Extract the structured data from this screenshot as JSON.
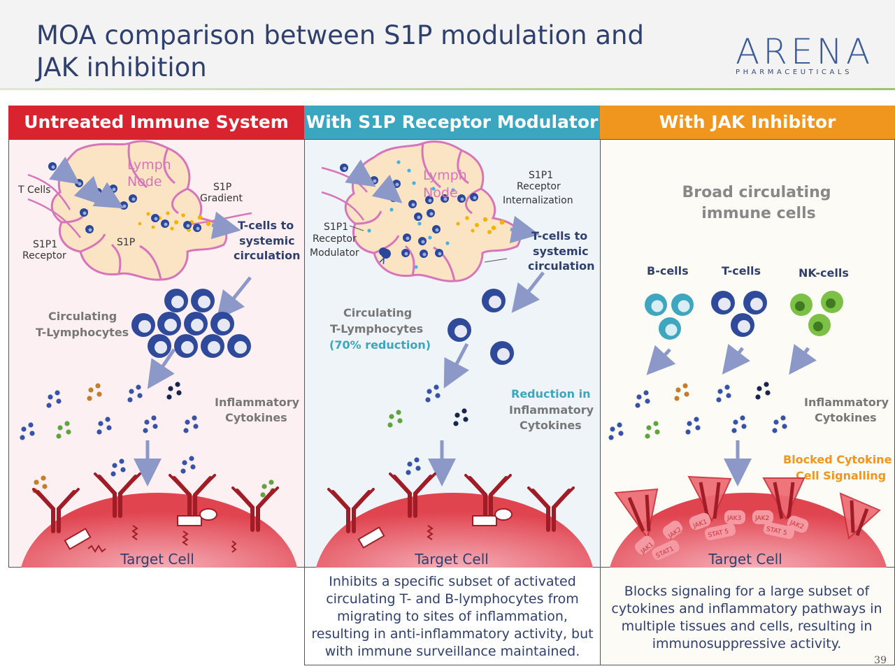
{
  "slide": {
    "title_line1": "MOA comparison between S1P modulation and",
    "title_line2": "JAK inhibition",
    "page_number": "39"
  },
  "logo": {
    "name": "ARENA",
    "sub": "PHARMACEUTICALS",
    "color": "#3a5d9a"
  },
  "columns": [
    {
      "header": "Untreated Immune System",
      "color": "#d9232f"
    },
    {
      "header": "With S1P Receptor Modulator",
      "color": "#3aa6c0"
    },
    {
      "header": "With JAK Inhibitor",
      "color": "#f0951e"
    }
  ],
  "panel1": {
    "lymph": "Lymph",
    "node": "Node",
    "tcells": "T Cells",
    "s1p_gradient_1": "S1P",
    "s1p_gradient_2": "Gradient",
    "s1p1_1": "S1P1",
    "s1p1_2": "Receptor",
    "s1p": "S1P",
    "tcells_to_1": "T-cells to",
    "tcells_to_2": "systemic",
    "tcells_to_3": "circulation",
    "circ_1": "Circulating",
    "circ_2": "T-Lymphocytes",
    "infl_1": "Inflammatory",
    "infl_2": "Cytokines",
    "target": "Target Cell"
  },
  "panel2": {
    "lymph": "Lymph",
    "node": "Node",
    "intern_1": "S1P1",
    "intern_2": "Receptor",
    "intern_3": "Internalization",
    "mod_1": "S1P1",
    "mod_2": "Receptor",
    "mod_3": "Modulator",
    "tcells_to_1": "T-cells to",
    "tcells_to_2": "systemic",
    "tcells_to_3": "circulation",
    "circ_1": "Circulating",
    "circ_2": "T-Lymphocytes",
    "circ_3": "(70% reduction)",
    "red_1": "Reduction in",
    "red_2": "Inflammatory",
    "red_3": "Cytokines",
    "target": "Target Cell"
  },
  "panel3": {
    "broad_1": "Broad circulating",
    "broad_2": "immune cells",
    "bcells": "B-cells",
    "tcells": "T-cells",
    "nkcells": "NK-cells",
    "infl_1": "Inflammatory",
    "infl_2": "Cytokines",
    "blocked_1": "Blocked Cytokine",
    "blocked_2": "Cell Signalling",
    "jak1": "JAK1",
    "jak2": "JAK2",
    "jak3": "JAK3",
    "stat5": "STAT 5",
    "stat1": "STAT1",
    "target": "Target Cell"
  },
  "captions": {
    "s1p": [
      "Inhibits a specific subset of activated",
      "circulating T- and B-lymphocytes from",
      "migrating to sites of inflammation,",
      "resulting in anti-inflammatory activity, but",
      "with immune surveillance maintained."
    ],
    "jak": [
      "Blocks signaling for a large subset of",
      "cytokines and inflammatory pathways in",
      "multiple tissues and cells, resulting in",
      "immunosuppressive activity."
    ]
  }
}
